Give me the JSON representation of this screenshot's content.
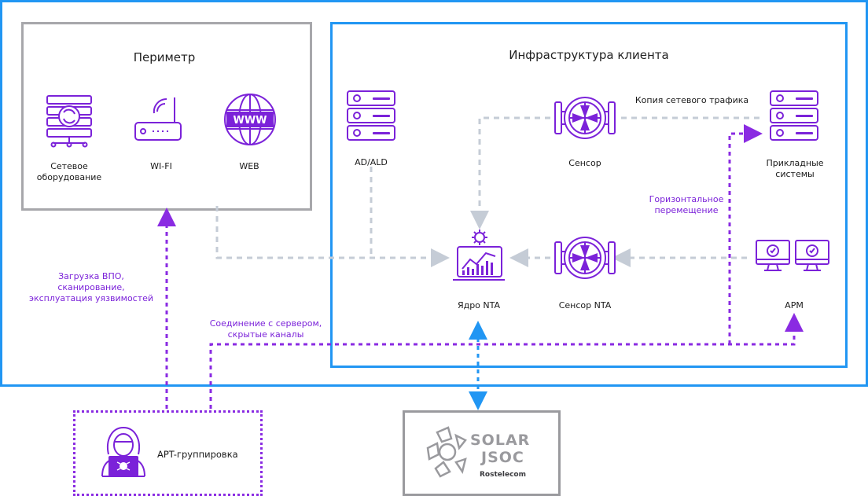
{
  "perimeter": {
    "title": "Периметр",
    "items": [
      {
        "label": "Сетевое\nоборудование",
        "icon": "network-equipment-icon"
      },
      {
        "label": "WI-FI",
        "icon": "wifi-router-icon"
      },
      {
        "label": "WEB",
        "icon": "web-globe-icon"
      }
    ]
  },
  "infra": {
    "title": "Инфраструктура клиента",
    "ad": "AD/ALD",
    "sensor": "Сенсор",
    "traffic_copy": "Копия сетевого трафика",
    "apps": "Прикладные\nсистемы",
    "lateral": "Горизонтальное\nперемещение",
    "core": "Ядро NTA",
    "sensor_nta": "Сенсор NTA",
    "arm": "АРМ"
  },
  "attack": {
    "exploit": "Загрузка ВПО,\nсканирование,\nэксплуатация уязвимостей",
    "c2": "Соединение с сервером,\nскрытые каналы",
    "apt": "APT-группировка"
  },
  "soc": {
    "line1": "SOLAR",
    "line2": "JSOC",
    "brand": "Rostelecom"
  },
  "colors": {
    "blue": "#2196f3",
    "purple": "#8a2be2",
    "icon_purple": "#7b22d9",
    "grey_line": "#c5ccd6",
    "soc_grey": "#9a9a9e"
  }
}
